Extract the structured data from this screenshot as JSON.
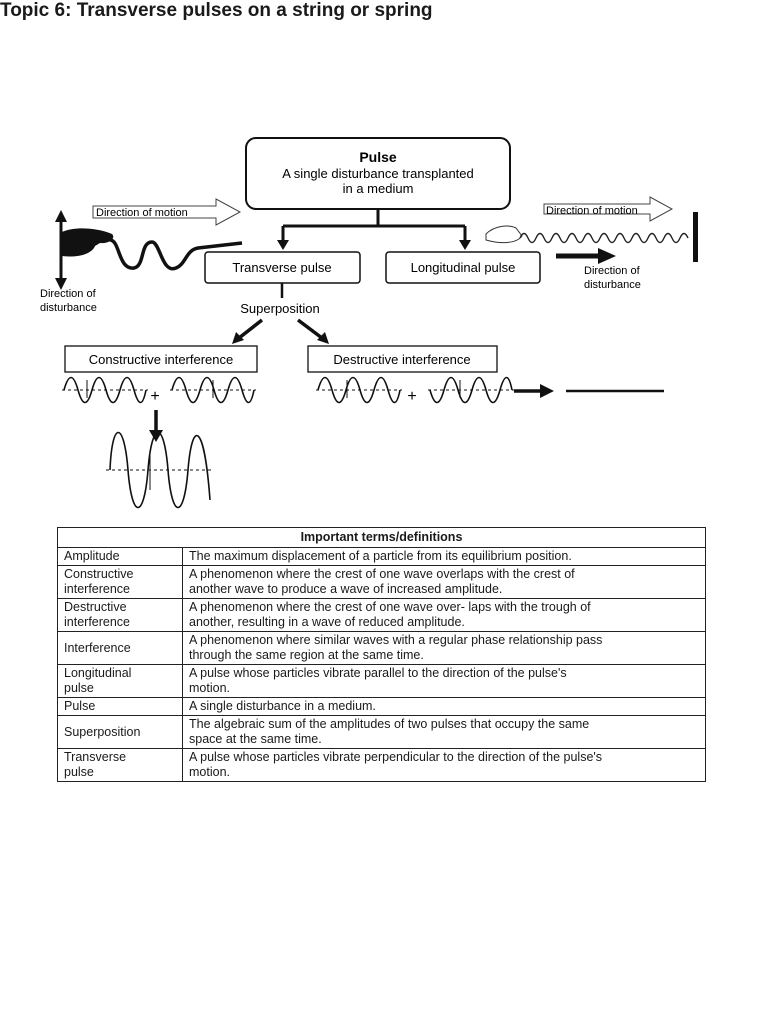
{
  "title": "Topic 6: Transverse pulses on a string or spring",
  "diagram": {
    "pulse_box": {
      "title": "Pulse",
      "line1": "A single disturbance transplanted",
      "line2": "in a medium"
    },
    "transverse_box": "Transverse pulse",
    "longitudinal_box": "Longitudinal pulse",
    "superposition": "Superposition",
    "constructive_box": "Constructive interference",
    "destructive_box": "Destructive interference",
    "direction_of_motion_left": "Direction of motion",
    "direction_of_motion_right": "Direction of motion",
    "direction_of_disturbance_left": [
      "Direction of",
      "disturbance"
    ],
    "direction_of_disturbance_right": [
      "Direction of",
      "disturbance"
    ],
    "plus": "+"
  },
  "table": {
    "header": "Important terms/definitions",
    "rows": [
      {
        "term": [
          "Amplitude"
        ],
        "definition": [
          "The maximum displacement of a particle from its equilibrium position."
        ]
      },
      {
        "term": [
          "Constructive",
          "interference"
        ],
        "definition": [
          "A phenomenon where the crest of one wave overlaps with the crest of",
          "another wave to produce a wave of increased amplitude."
        ]
      },
      {
        "term": [
          "Destructive",
          "interference"
        ],
        "definition": [
          "A phenomenon where the crest of one wave over- laps with the trough of",
          "another, resulting in a wave of reduced amplitude."
        ]
      },
      {
        "term": [
          "Interference"
        ],
        "definition": [
          "A phenomenon where similar waves with a regular phase relationship pass",
          "through the same region at the same time."
        ]
      },
      {
        "term": [
          "Longitudinal",
          "pulse"
        ],
        "definition": [
          "A pulse whose particles vibrate parallel to the direction of the pulse's",
          "motion."
        ]
      },
      {
        "term": [
          "Pulse"
        ],
        "definition": [
          "A single disturbance in a medium."
        ]
      },
      {
        "term": [
          "Superposition"
        ],
        "definition": [
          "The algebraic sum of the amplitudes of two pulses that occupy the same",
          "space at the same time."
        ]
      },
      {
        "term": [
          "Transverse",
          "pulse"
        ],
        "definition": [
          "A pulse whose particles vibrate perpendicular to the direction of the pulse's",
          "motion."
        ]
      }
    ]
  }
}
